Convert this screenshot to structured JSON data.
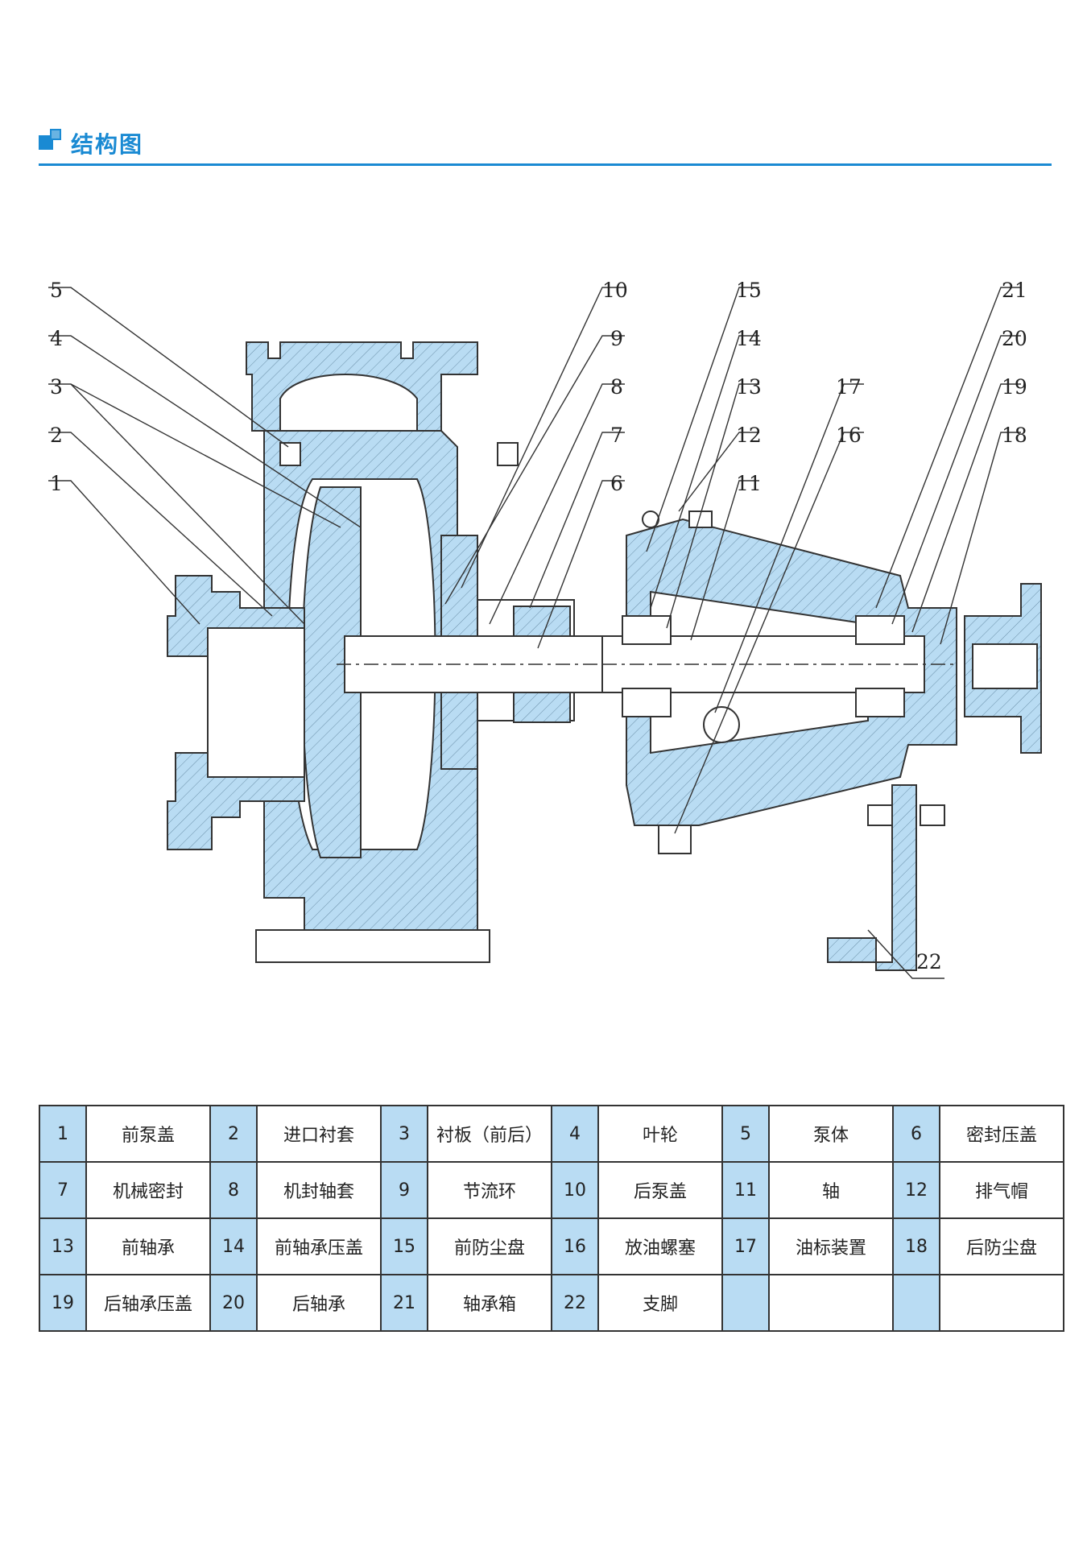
{
  "header": {
    "title": "结构图",
    "accent_color": "#1a8ad3"
  },
  "diagram": {
    "fill_color": "#b9dcf3",
    "callouts": [
      "1",
      "2",
      "3",
      "4",
      "5",
      "6",
      "7",
      "8",
      "9",
      "10",
      "11",
      "12",
      "13",
      "14",
      "15",
      "16",
      "17",
      "18",
      "19",
      "20",
      "21",
      "22"
    ]
  },
  "parts_table": {
    "header_cell_color": "#b9dcf3",
    "rows": [
      [
        {
          "num": "1",
          "name": "前泵盖"
        },
        {
          "num": "2",
          "name": "进口衬套"
        },
        {
          "num": "3",
          "name": "衬板（前后）"
        },
        {
          "num": "4",
          "name": "叶轮"
        },
        {
          "num": "5",
          "name": "泵体"
        },
        {
          "num": "6",
          "name": "密封压盖"
        }
      ],
      [
        {
          "num": "7",
          "name": "机械密封"
        },
        {
          "num": "8",
          "name": "机封轴套"
        },
        {
          "num": "9",
          "name": "节流环"
        },
        {
          "num": "10",
          "name": "后泵盖"
        },
        {
          "num": "11",
          "name": "轴"
        },
        {
          "num": "12",
          "name": "排气帽"
        }
      ],
      [
        {
          "num": "13",
          "name": "前轴承"
        },
        {
          "num": "14",
          "name": "前轴承压盖"
        },
        {
          "num": "15",
          "name": "前防尘盘"
        },
        {
          "num": "16",
          "name": "放油螺塞"
        },
        {
          "num": "17",
          "name": "油标装置"
        },
        {
          "num": "18",
          "name": "后防尘盘"
        }
      ],
      [
        {
          "num": "19",
          "name": "后轴承压盖"
        },
        {
          "num": "20",
          "name": "后轴承"
        },
        {
          "num": "21",
          "name": "轴承箱"
        },
        {
          "num": "22",
          "name": "支脚"
        },
        {
          "num": "",
          "name": ""
        },
        {
          "num": "",
          "name": ""
        }
      ]
    ]
  }
}
